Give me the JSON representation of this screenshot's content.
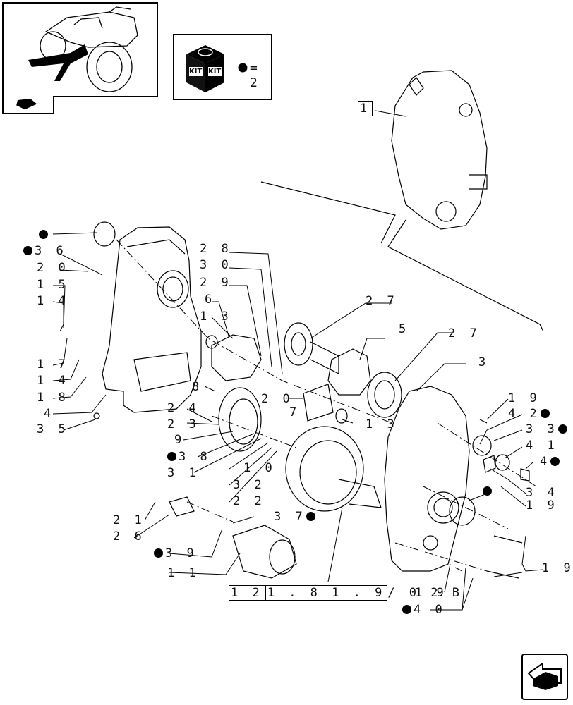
{
  "thumbnail": {
    "icon": "tractor-thumbnail"
  },
  "kit_legend": {
    "kit_text_1": "KIT",
    "kit_text_2": "KIT",
    "equals": "= 2"
  },
  "callouts": {
    "c1": "1",
    "dot_top": "",
    "c36": "3 6",
    "c20": "2 0",
    "c15": "1 5",
    "c14a": "1 4",
    "c17": "1 7",
    "c14b": "1 4",
    "c18": "1 8",
    "c4": "4",
    "c35": "3 5",
    "c28": "2 8",
    "c30": "3 0",
    "c29": "2 9",
    "c6": "6",
    "c13a": "1 3",
    "c27a": "2 7",
    "c5": "5",
    "c27b": "2 7",
    "c3": "3",
    "c8": "8",
    "c20b": "2 0",
    "c7": "7",
    "c13b": "1 3",
    "c24": "2 4",
    "c23": "2 3",
    "c9": "9",
    "c38": "3 8",
    "c31": "3 1",
    "c10": "1 0",
    "c32": "3 2",
    "c22": "2 2",
    "c19a": "1 9",
    "c42": "4 2",
    "c33": "3 3",
    "c41": "4 1",
    "c43": "4",
    "c34": "3 4",
    "c19b": "1 9",
    "c21": "2 1",
    "c26": "2 6",
    "c37": "3 7",
    "c39": "3 9",
    "c11": "1 1",
    "c19c": "1 9",
    "c19d": "1 9",
    "c40": "4 0"
  },
  "reference": {
    "part1": "1 2",
    "part2": "1 . 8 1 . 9",
    "part3": "/ 0 2 B"
  },
  "navigation": {
    "icon": "next-page-arrow-icon"
  }
}
